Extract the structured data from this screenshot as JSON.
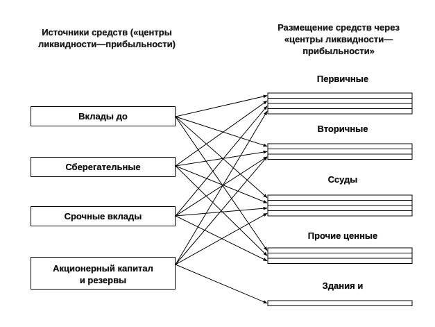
{
  "headers": {
    "sources": [
      "Источники средств («центры",
      "ликвидности—прибыльности)"
    ],
    "placements": [
      "Размещение  средств через",
      "«центры ликвидности—",
      "прибыльности»"
    ]
  },
  "sources": [
    {
      "lines": [
        "Вклады до"
      ]
    },
    {
      "lines": [
        "Сберегательные"
      ]
    },
    {
      "lines": [
        "Срочные вклады"
      ]
    },
    {
      "lines": [
        "Акционерный капитал",
        "и резервы"
      ]
    }
  ],
  "destinations": [
    {
      "label": "Первичные",
      "rows": 4
    },
    {
      "label": "Вторичные",
      "rows": 3
    },
    {
      "label": "Ссуды",
      "rows": 4
    },
    {
      "label": "Прочие ценные",
      "rows": 3
    },
    {
      "label": "Здания и",
      "rows": 1
    }
  ],
  "connections": [
    [
      0,
      0,
      0
    ],
    [
      0,
      1,
      0
    ],
    [
      0,
      2,
      0
    ],
    [
      0,
      3,
      0
    ],
    [
      1,
      0,
      1
    ],
    [
      1,
      1,
      1
    ],
    [
      1,
      2,
      1
    ],
    [
      1,
      3,
      1
    ],
    [
      2,
      0,
      2
    ],
    [
      2,
      1,
      2
    ],
    [
      2,
      2,
      2
    ],
    [
      2,
      3,
      2
    ],
    [
      3,
      0,
      3
    ],
    [
      3,
      1,
      3
    ],
    [
      3,
      2,
      3
    ],
    [
      3,
      4,
      0
    ]
  ]
}
